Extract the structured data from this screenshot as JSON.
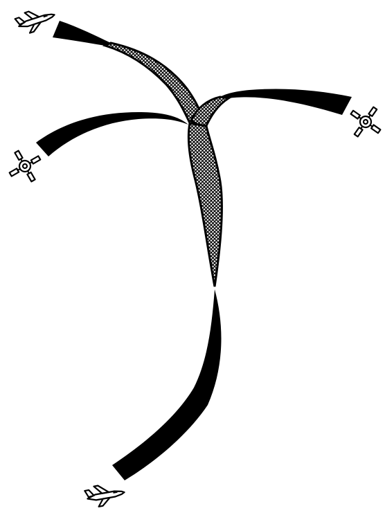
{
  "diagram": {
    "description_text": "",
    "aircraft": [
      {
        "id": "aircraft-top-left",
        "icon": "jet-aircraft-icon",
        "view": "side"
      },
      {
        "id": "aircraft-left",
        "icon": "jet-aircraft-icon",
        "view": "head-on"
      },
      {
        "id": "aircraft-right",
        "icon": "jet-aircraft-icon",
        "view": "head-on"
      },
      {
        "id": "aircraft-bottom",
        "icon": "jet-aircraft-icon",
        "view": "side"
      }
    ],
    "trails": [
      {
        "id": "trail-top-left",
        "style": "solid-then-hatched"
      },
      {
        "id": "trail-left",
        "style": "solid"
      },
      {
        "id": "trail-right",
        "style": "solid-then-hatched"
      },
      {
        "id": "trail-trunk",
        "style": "hatched"
      },
      {
        "id": "trail-bottom",
        "style": "solid"
      }
    ],
    "colors": {
      "ink": "#000000",
      "background": "#ffffff"
    }
  }
}
